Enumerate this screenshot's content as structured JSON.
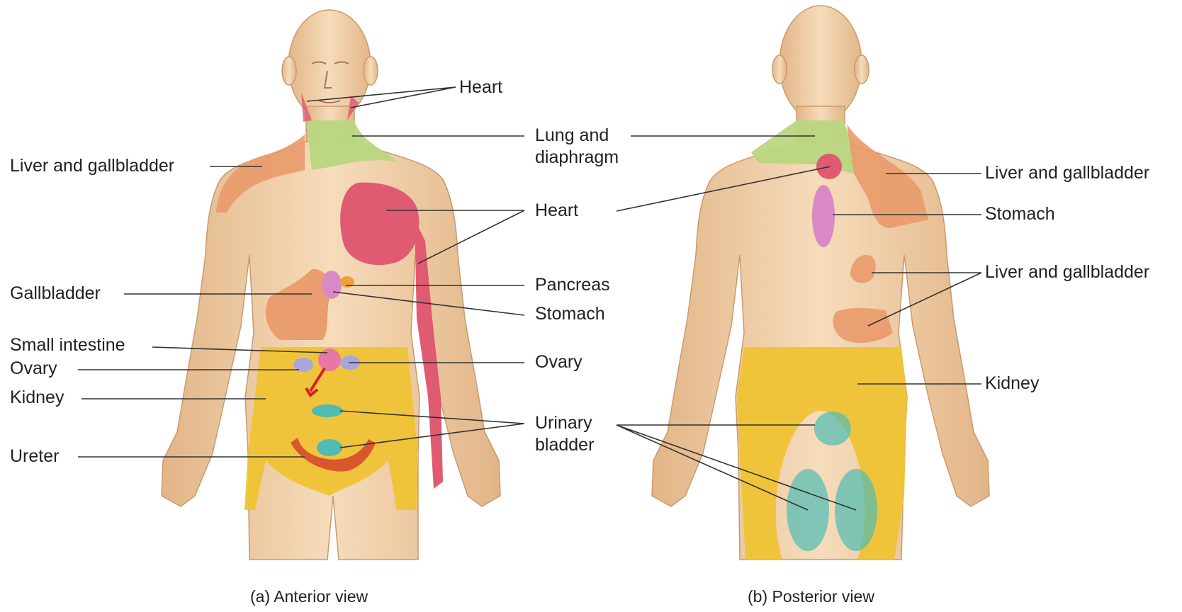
{
  "figure": {
    "anterior": {
      "caption": "(a) Anterior view",
      "labels": {
        "heart_face": "Heart",
        "lung_diaphragm": "Lung and diaphragm",
        "liver_gallbladder": "Liver and gallbladder",
        "heart_chest": "Heart",
        "gallbladder": "Gallbladder",
        "pancreas": "Pancreas",
        "stomach": "Stomach",
        "small_intestine": "Small intestine",
        "ovary_left": "Ovary",
        "ovary_right": "Ovary",
        "kidney": "Kidney",
        "urinary_bladder": "Urinary bladder",
        "ureter": "Ureter"
      }
    },
    "posterior": {
      "caption": "(b) Posterior view",
      "labels": {
        "liver_gallbladder_top": "Liver and gallbladder",
        "stomach": "Stomach",
        "liver_gallbladder_lower": "Liver and gallbladder",
        "kidney": "Kidney"
      }
    },
    "colors": {
      "skin": "#f2d3ad",
      "skin_shadow": "#d9a979",
      "liver_gallbladder": "#e99a6a",
      "lung_diaphragm": "#b9d67f",
      "heart": "#e05a72",
      "stomach": "#d98ac4",
      "ovary": "#a9a6db",
      "kidney": "#efc334",
      "urinary_bladder": "#4fbcb4",
      "ureter": "#d9572f",
      "small_intestine_arrow": "#d42020"
    }
  }
}
